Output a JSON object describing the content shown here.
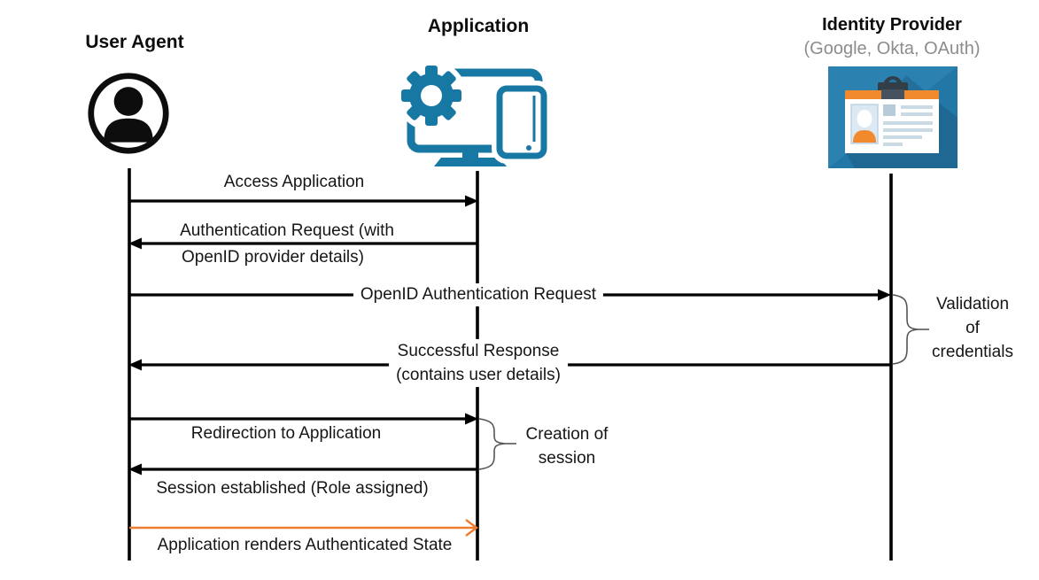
{
  "diagram": {
    "type": "sequence",
    "actors": [
      {
        "label": "User Agent",
        "icon": "user-icon"
      },
      {
        "label": "Application",
        "icon": "application-devices-icon"
      },
      {
        "label": "Identity Provider",
        "sublabel": "(Google, Okta, OAuth)",
        "icon": "identity-card-icon"
      }
    ],
    "messages": [
      {
        "from": "User Agent",
        "to": "Application",
        "direction": "right",
        "label": "Access Application",
        "color": "#000000"
      },
      {
        "from": "Application",
        "to": "User Agent",
        "direction": "left",
        "label_line1": "Authentication Request (with",
        "label_line2": "OpenID provider details)",
        "color": "#000000"
      },
      {
        "from": "User Agent",
        "to": "Identity Provider",
        "direction": "right",
        "label": "OpenID Authentication Request",
        "color": "#000000"
      },
      {
        "from": "Identity Provider",
        "to": "User Agent",
        "direction": "left",
        "label_line1": "Successful Response",
        "label_line2": "(contains user details)",
        "color": "#000000"
      },
      {
        "from": "User Agent",
        "to": "Application",
        "direction": "right",
        "label": "Redirection to Application",
        "color": "#000000"
      },
      {
        "from": "Application",
        "to": "User Agent",
        "direction": "left",
        "label": "Session established (Role assigned)",
        "color": "#000000"
      },
      {
        "from": "User Agent",
        "to": "Application",
        "direction": "right",
        "label": "Application renders Authenticated State",
        "color": "#ED7D31"
      }
    ],
    "annotations": [
      {
        "attached_to": "Identity Provider",
        "line1": "Validation",
        "line2": "of",
        "line3": "credentials"
      },
      {
        "attached_to": "Application",
        "line1": "Creation of",
        "line2": "session"
      }
    ],
    "colors": {
      "application_icon_teal": "#1878A4",
      "idp_background_blue": "#2377A6",
      "idp_orange": "#F08A2D",
      "highlight_arrow_orange": "#ED7D31",
      "subtitle_gray": "#8C8C8C",
      "line_black": "#000000"
    }
  }
}
